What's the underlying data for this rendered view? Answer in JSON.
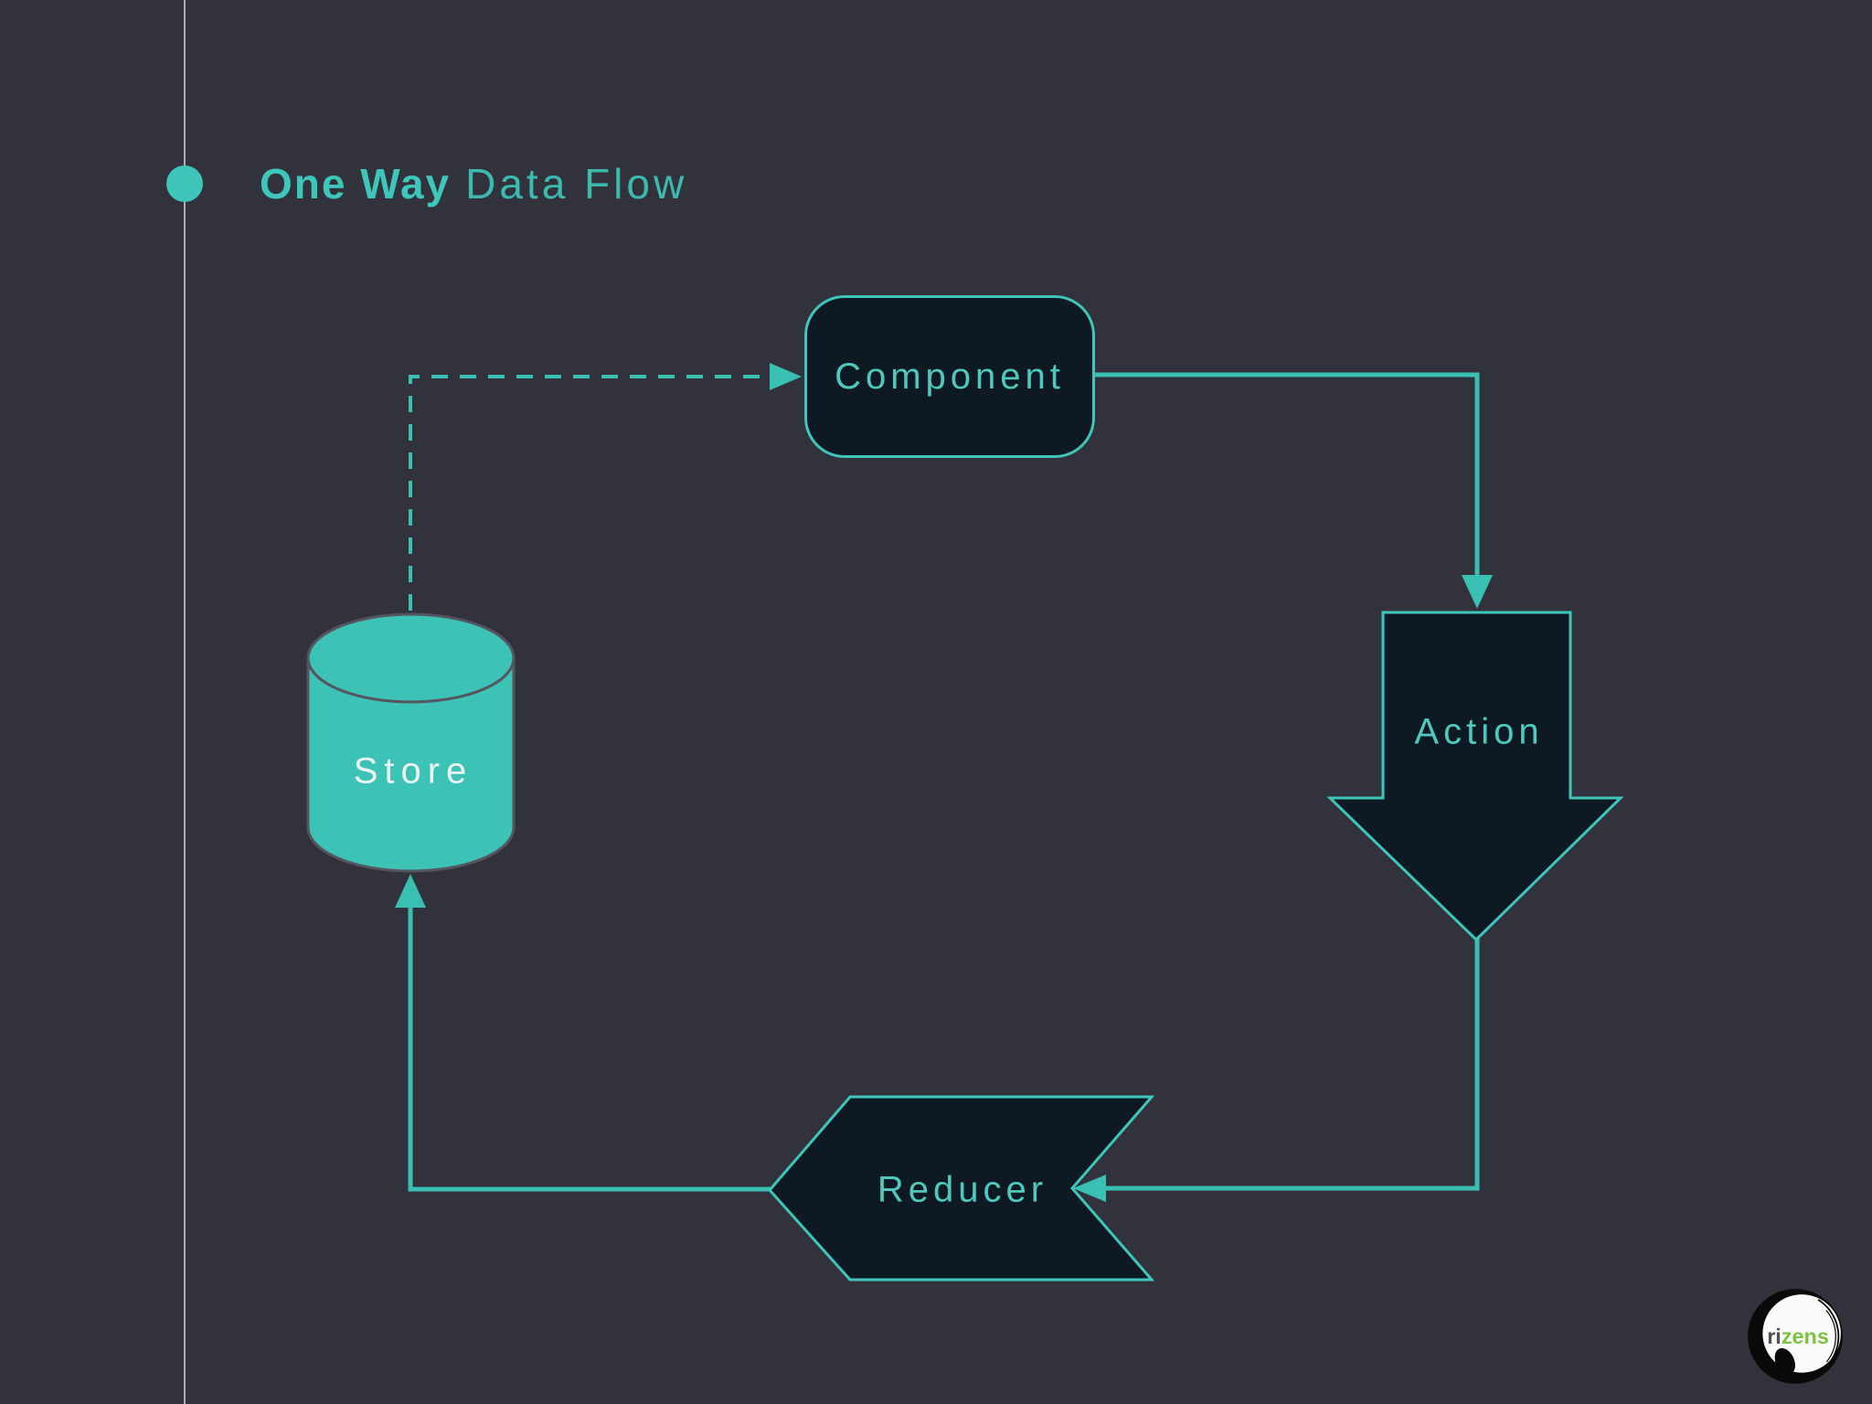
{
  "title": {
    "emphasis": "One Way",
    "rest": "Data Flow"
  },
  "nodes": {
    "component": "Component",
    "action": "Action",
    "reducer": "Reducer",
    "store": "Store"
  },
  "edges": [
    {
      "from": "store",
      "to": "component",
      "style": "dashed"
    },
    {
      "from": "component",
      "to": "action",
      "style": "solid"
    },
    {
      "from": "action",
      "to": "reducer",
      "style": "solid"
    },
    {
      "from": "reducer",
      "to": "store",
      "style": "solid"
    }
  ],
  "logo": {
    "text_gray": "ri",
    "text_green": "zens"
  },
  "colors": {
    "background": "#32323C",
    "accent_teal": "#3EC6BA",
    "line_teal": "#3ABFB3",
    "node_fill": "#0D1A24",
    "node_text": "#4FC8BD",
    "store_fill": "#3DC2B6",
    "store_stroke": "#55555F",
    "store_text": "#EDF3F3",
    "left_line": "#C4C4CC",
    "logo_green": "#7DC242",
    "logo_text_gray": "#4F4F4F"
  }
}
